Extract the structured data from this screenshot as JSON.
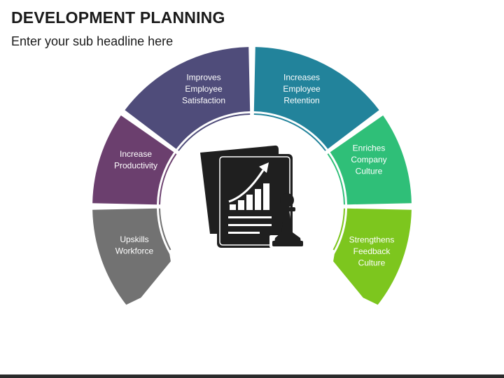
{
  "header": {
    "title": "DEVELOPMENT PLANNING",
    "subtitle": "Enter your sub headline here"
  },
  "segments": [
    {
      "lines": [
        "Upskills",
        "Workforce"
      ],
      "color": "#7dc61e"
    },
    {
      "lines": [
        "Increase",
        "Productivity"
      ],
      "color": "#2fbf78"
    },
    {
      "lines": [
        "Improves",
        "Employee",
        "Satisfaction"
      ],
      "color": "#22839b"
    },
    {
      "lines": [
        "Increases",
        "Employee",
        "Retention"
      ],
      "color": "#4f4c7a"
    },
    {
      "lines": [
        "Enriches",
        "Company",
        "Culture"
      ],
      "color": "#6b3f6e"
    },
    {
      "lines": [
        "Strengthens",
        "Feedback",
        "Culture"
      ],
      "color": "#727272"
    }
  ],
  "center_icon": "report-growth-chess-pawn-icon"
}
